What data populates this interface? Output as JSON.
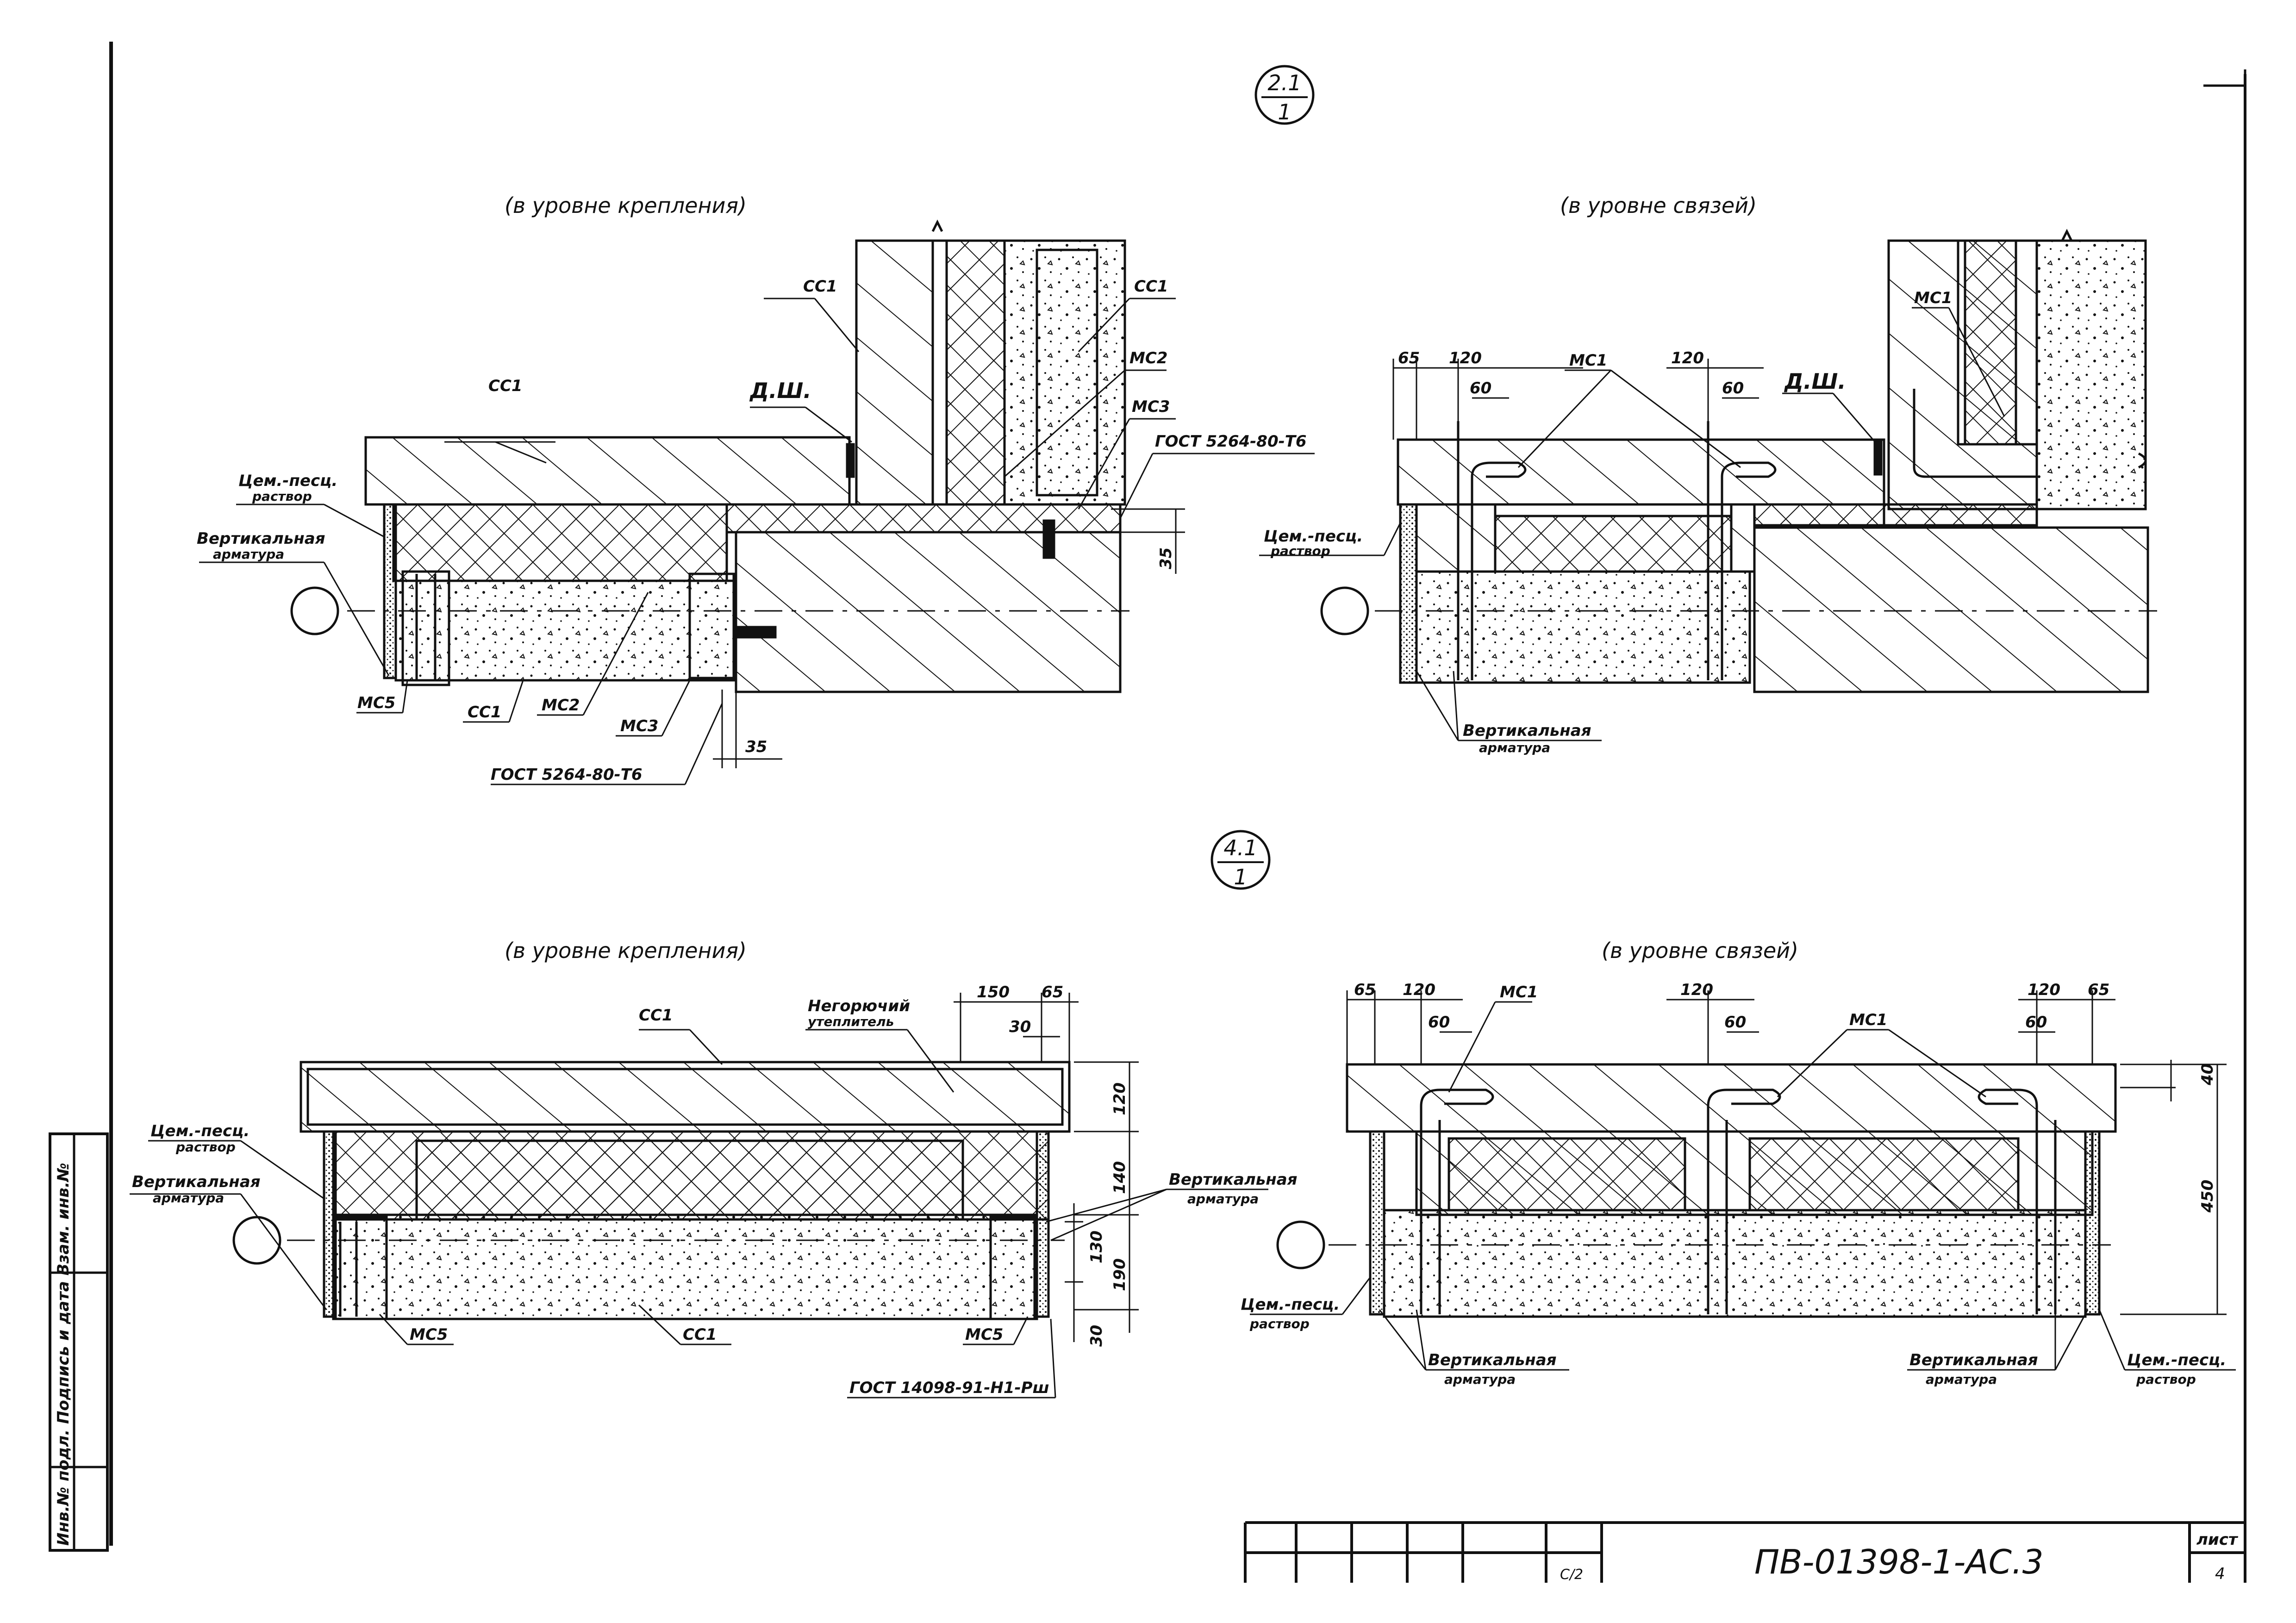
{
  "marks": {
    "top_mark": {
      "num": "2.1",
      "den": "1"
    },
    "bottom_mark": {
      "num": "4.1",
      "den": "1"
    }
  },
  "captions": {
    "attach_level": "(в уровне крепления)",
    "ties_level": "(в уровне связей)"
  },
  "labels": {
    "cc1": "СС1",
    "mc1": "МС1",
    "mc2": "МС2",
    "mc3": "МС3",
    "mc5": "МС5",
    "dsh": "Д.Ш.",
    "cement_mortar_1": "Цем.-песц.",
    "cement_mortar_2": "раствор",
    "vert_rebar_1": "Вертикальная",
    "vert_rebar_2": "арматура",
    "insul_1": "Негорючий",
    "insul_2": "утеплитель",
    "gost_5264": "ГОСТ 5264-80-Т6",
    "gost_14098": "ГОСТ 14098-91-Н1-Рш"
  },
  "dims": {
    "d35": "35",
    "d65": "65",
    "d120": "120",
    "d60": "60",
    "d150": "150",
    "d30": "30",
    "d140": "140",
    "d190": "190",
    "d130": "130",
    "d40": "40",
    "d450": "450"
  },
  "title_block": {
    "code": "ПВ-01398-1-АС.3",
    "sheet_label": "лист",
    "sheet_num": "4",
    "col_label": "С/2"
  },
  "side_stamp": {
    "text": "Инв.№ подл.   Подпись и дата   Взам. инв.№"
  }
}
